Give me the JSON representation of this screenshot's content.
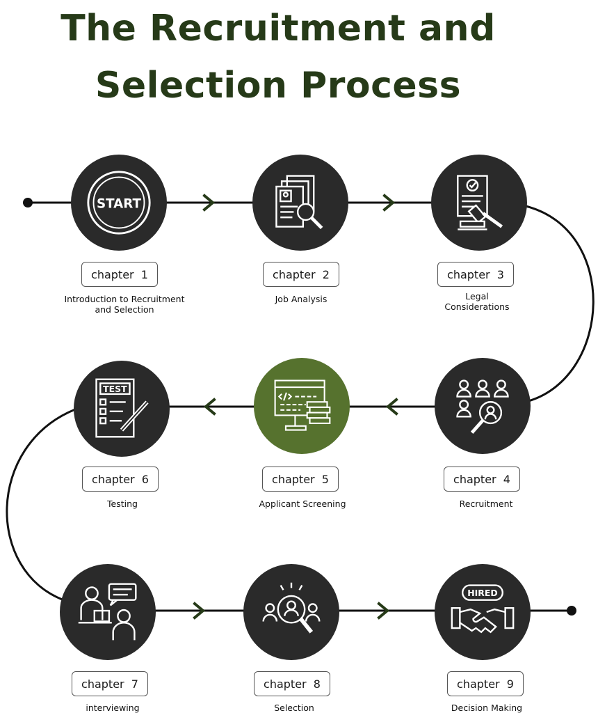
{
  "title": {
    "line1": "The Recruitment and",
    "line2": "Selection Process"
  },
  "colors": {
    "title": "#263a18",
    "node": "#2a2a2a",
    "active_node": "#56722e",
    "arrow": "#263a18",
    "line": "#111111"
  },
  "steps": [
    {
      "chapter": "chapter  1",
      "label": "Introduction to Recruitment and Selection",
      "icon": "start-icon",
      "icon_text": "START"
    },
    {
      "chapter": "chapter  2",
      "label": "Job Analysis",
      "icon": "document-search-icon"
    },
    {
      "chapter": "chapter  3",
      "label": "Legal Considerations",
      "icon": "gavel-document-icon"
    },
    {
      "chapter": "chapter  4",
      "label": "Recruitment",
      "icon": "people-search-icon"
    },
    {
      "chapter": "chapter  5",
      "label": "Applicant Screening",
      "icon": "computer-code-icon",
      "highlighted": true
    },
    {
      "chapter": "chapter  6",
      "label": "Testing",
      "icon": "test-checklist-icon",
      "icon_text": "TEST"
    },
    {
      "chapter": "chapter  7",
      "label": "interviewing",
      "icon": "interview-icon"
    },
    {
      "chapter": "chapter  8",
      "label": "Selection",
      "icon": "candidate-search-icon"
    },
    {
      "chapter": "chapter  9",
      "label": "Decision Making",
      "icon": "hired-handshake-icon",
      "icon_text": "HIRED"
    }
  ]
}
